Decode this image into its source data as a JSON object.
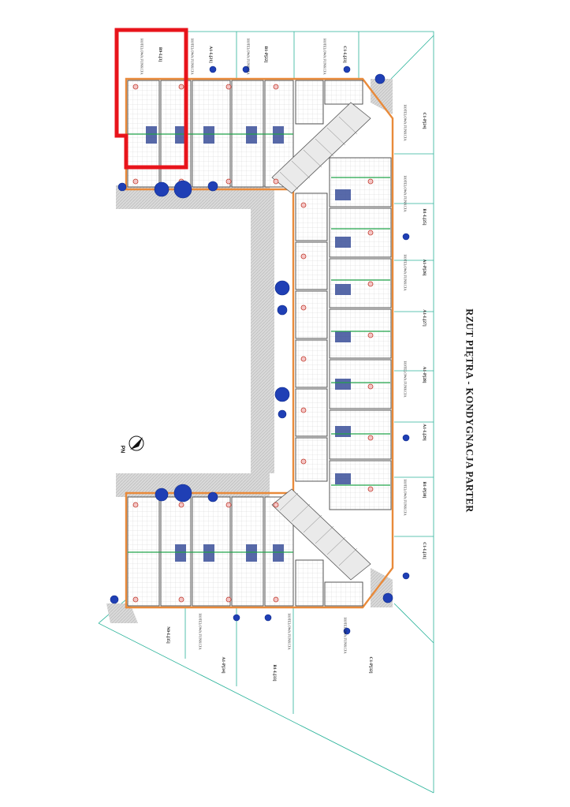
{
  "drawing": {
    "title": "RZUT PIĘTRA - KONDYGNACJA PARTER",
    "north_label": "PN",
    "highlight_color": "#e8141b",
    "unit_labels": [
      "B9-L[3]",
      "A1-L[21]",
      "B1-P[22]",
      "C1-L[23]",
      "C1-P[24]",
      "B1-L[25]",
      "A1-P[26]",
      "A1-L[27]",
      "A1-P[28]",
      "A1-L[29]",
      "B1-P[30]",
      "C1-L[31]",
      "C1-P[32]",
      "B1-L[33]",
      "A1-P[34]",
      "N0-L[35]"
    ],
    "room_label": "HOTELOWA FUNKCJA"
  }
}
